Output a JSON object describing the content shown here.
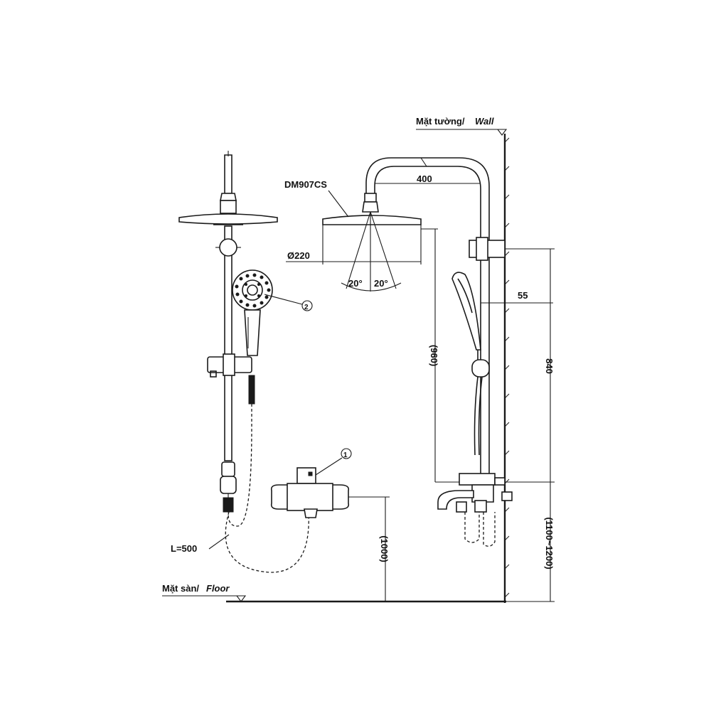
{
  "labels": {
    "wall_vn": "Mặt tường/",
    "wall_en": "Wall",
    "floor_vn": "Mặt sàn/",
    "floor_en": "Floor",
    "model": "DM907CS",
    "hose": "L=500",
    "callout_1": "1",
    "callout_2": "2"
  },
  "dimensions": {
    "arm_length": "400",
    "head_diameter": "Ø220",
    "angle_left": "20°",
    "angle_right": "20°",
    "bracket_offset": "55",
    "head_height": "(960)",
    "rail_height": "840",
    "mixer_height": "(1000)",
    "mixer_range": "(1100~1200)"
  }
}
